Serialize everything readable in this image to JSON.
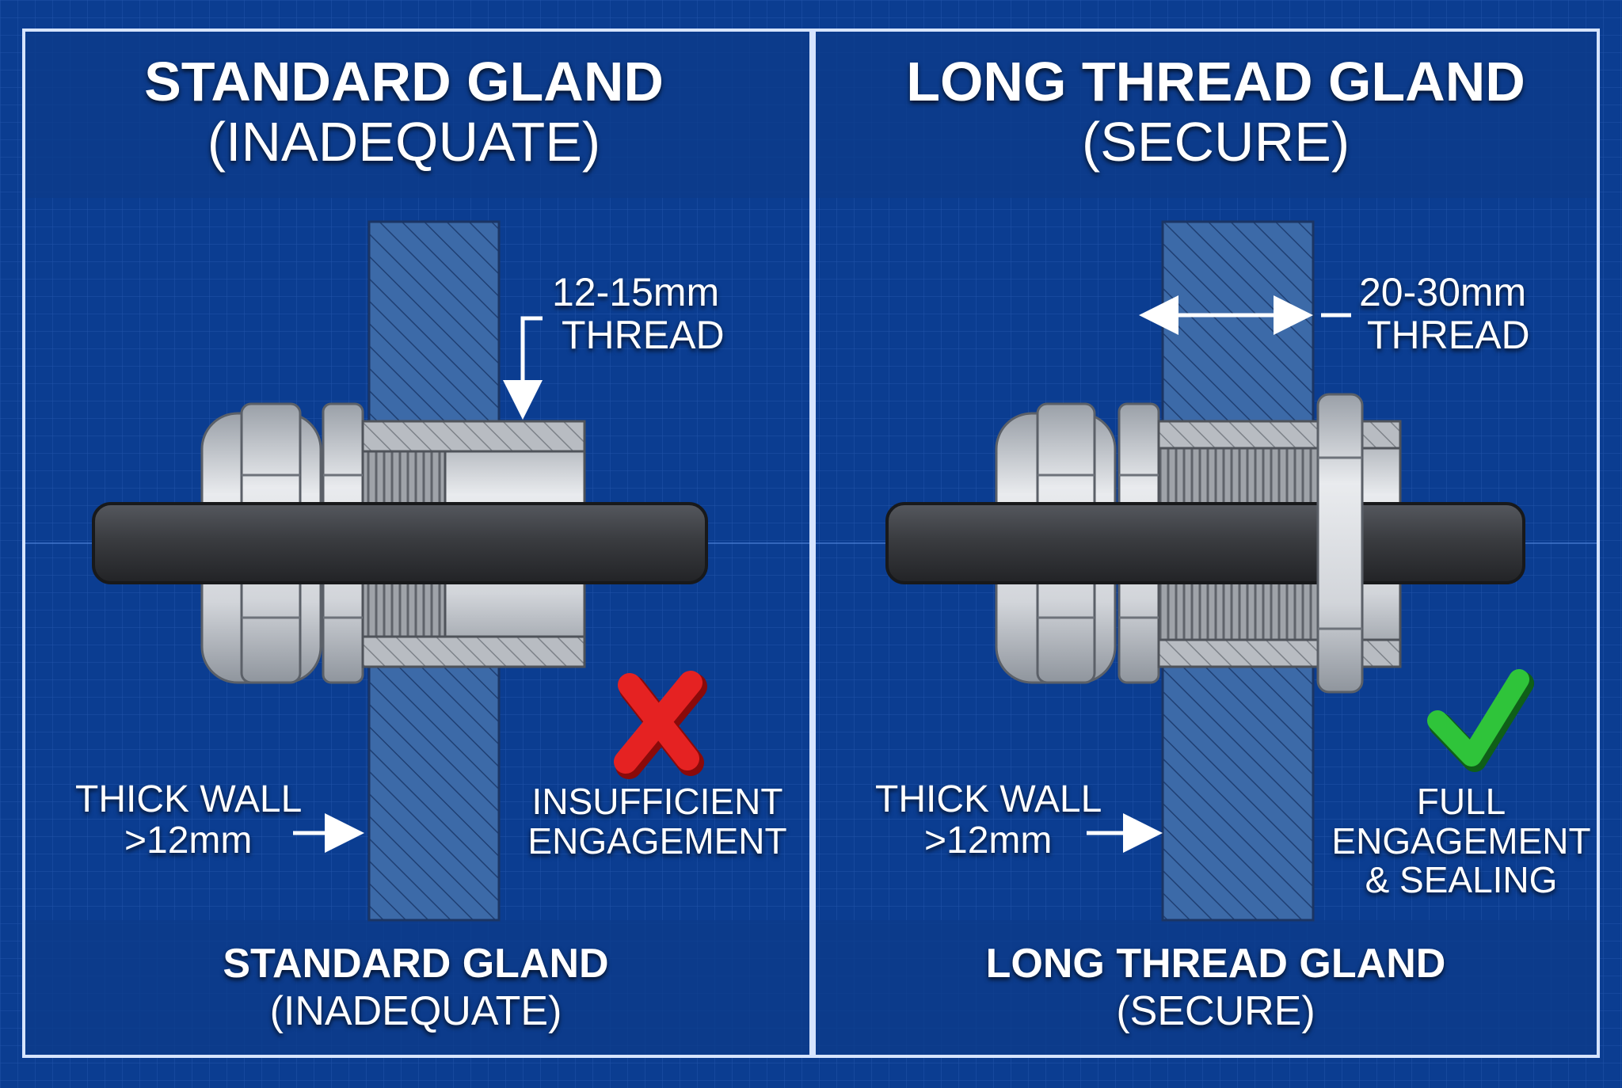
{
  "colors": {
    "background": "#0b3d91",
    "panel_border": "#d6e4ff",
    "wall_hatch": "#3c6aa8",
    "metal": "#c8cbd0",
    "cable": "#3a3c40",
    "cross": "#e52222",
    "check": "#2fc43a"
  },
  "icons": {
    "left_status": "red-cross-icon",
    "right_status": "green-check-icon"
  },
  "left": {
    "title": "STANDARD GLAND",
    "subtitle": "(INADEQUATE)",
    "thread_length": "12-15mm",
    "thread_label": "THREAD",
    "wall_label": "THICK WALL",
    "wall_thickness": ">12mm",
    "status_line1": "INSUFFICIENT",
    "status_line2": "ENGAGEMENT",
    "footer_title": "STANDARD GLAND",
    "footer_subtitle": "(INADEQUATE)"
  },
  "right": {
    "title": "LONG THREAD GLAND",
    "subtitle": "(SECURE)",
    "thread_length": "20-30mm",
    "thread_label": "THREAD",
    "wall_label": "THICK WALL",
    "wall_thickness": ">12mm",
    "status_line1": "FULL",
    "status_line2": "ENGAGEMENT",
    "status_line3": "& SEALING",
    "footer_title": "LONG THREAD GLAND",
    "footer_subtitle": "(SECURE)"
  }
}
